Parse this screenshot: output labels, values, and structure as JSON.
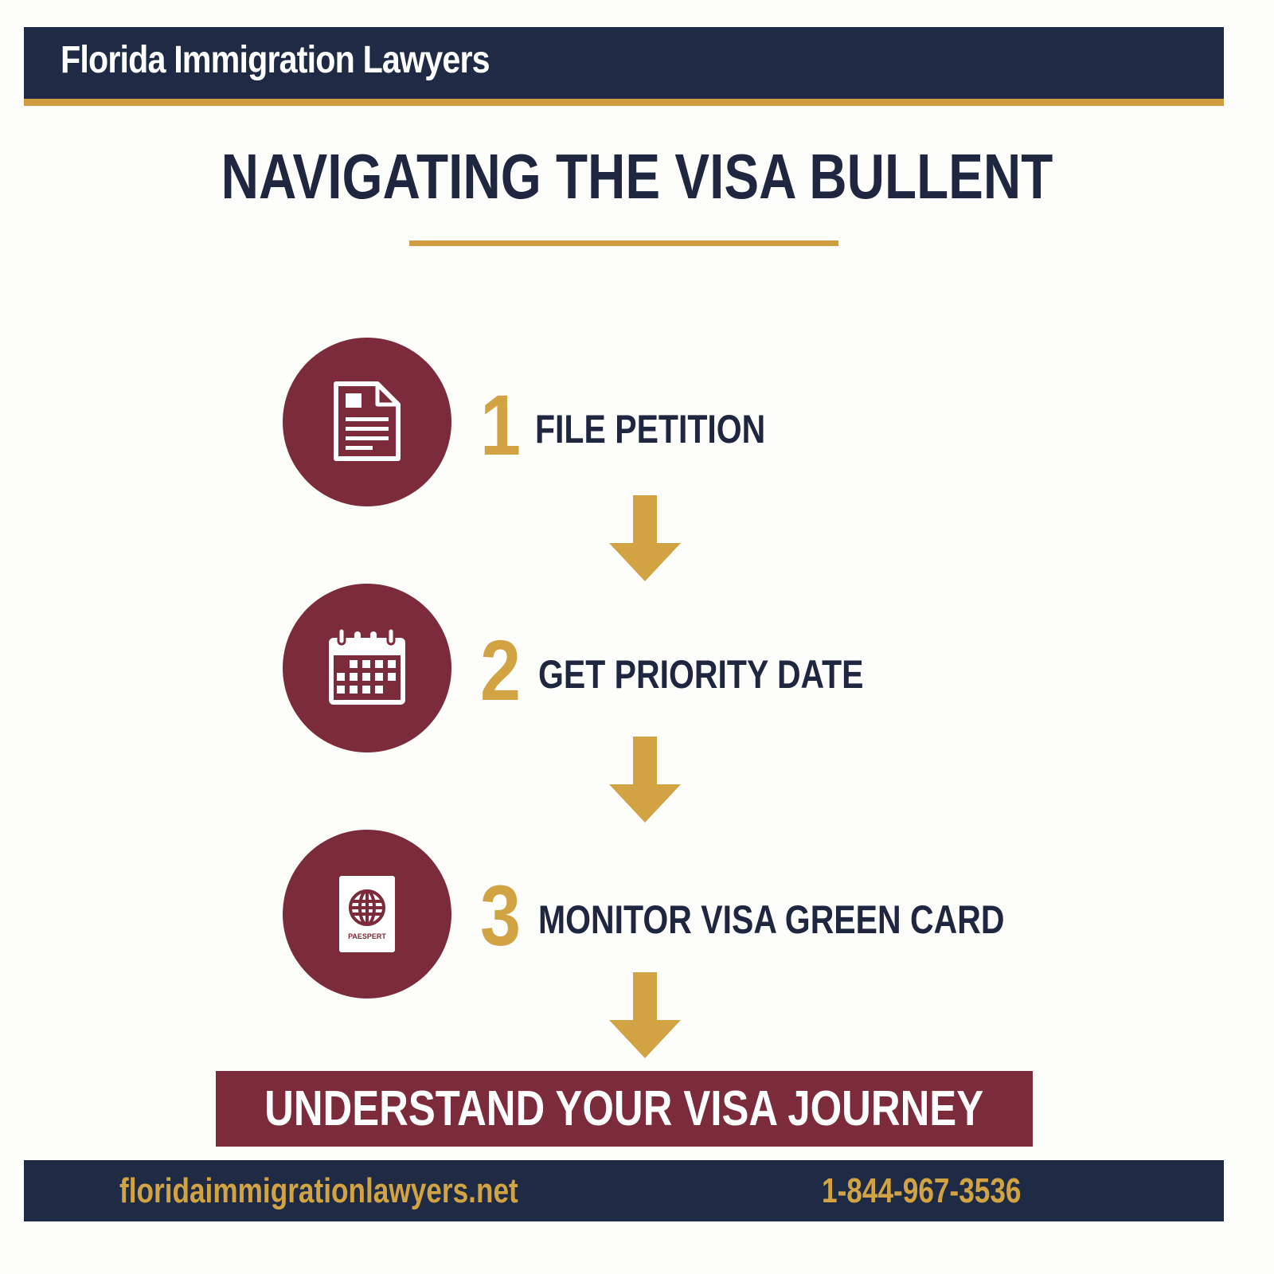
{
  "header": {
    "brand": "Florida Immigration Lawyers"
  },
  "title": "NAVIGATING THE VISA BULLENT",
  "steps": [
    {
      "number": "1",
      "label": "FILE PETITION",
      "icon": "document-icon"
    },
    {
      "number": "2",
      "label": "GET PRIORITY DATE",
      "icon": "calendar-icon"
    },
    {
      "number": "3",
      "label": "MONITOR VISA GREEN CARD",
      "icon": "passport-icon",
      "icon_text": "PAESPERT"
    }
  ],
  "banner": {
    "text": "UNDERSTAND YOUR VISA JOURNEY"
  },
  "footer": {
    "website": "floridaimmigrationlawyers.net",
    "phone": "1-844-967-3536"
  },
  "colors": {
    "navy": "#1f2b45",
    "gold": "#cf9d40",
    "maroon": "#7c2b3b",
    "background": "#fdfdfb"
  }
}
